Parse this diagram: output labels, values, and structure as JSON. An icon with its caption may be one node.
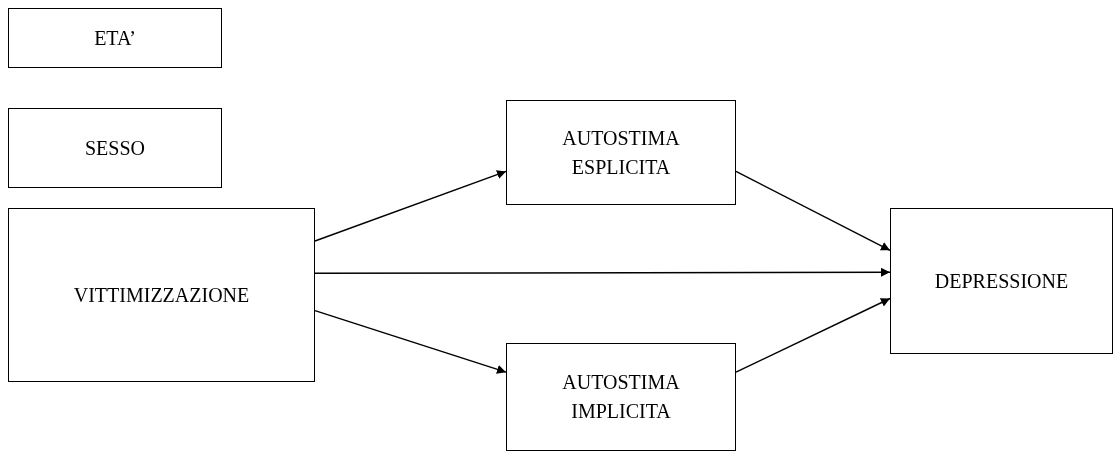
{
  "diagram": {
    "nodes": [
      {
        "text": [
          "ETA’"
        ]
      },
      {
        "text": [
          "SESSO"
        ]
      },
      {
        "text": [
          "VITTIMIZZAZIONE"
        ]
      },
      {
        "text": [
          "AUTOSTIMA ESPLICITA"
        ]
      },
      {
        "text": [
          "DEPRESSIONE"
        ]
      },
      {
        "text": [
          "AUTOSTIMA IMPLICITA"
        ]
      }
    ],
    "edges": [
      {
        "from": 2,
        "to": 3,
        "arrow": "to"
      },
      {
        "from": 2,
        "to": 4,
        "arrow": "to"
      },
      {
        "from": 2,
        "to": 5,
        "arrow": "to"
      },
      {
        "from": 3,
        "to": 4,
        "arrow": "to"
      },
      {
        "from": 5,
        "to": 4,
        "arrow": "to"
      }
    ]
  }
}
